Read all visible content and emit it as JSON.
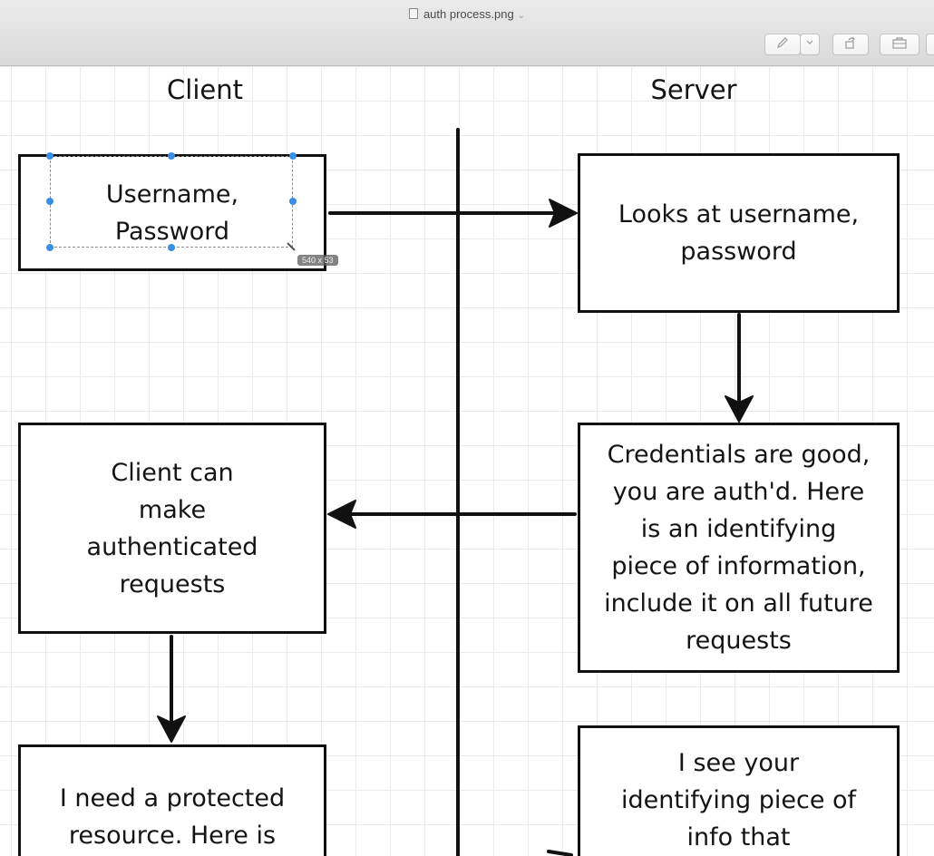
{
  "window": {
    "title": "auth process.png"
  },
  "toolbar": {
    "markup_icon": "pen-icon",
    "markup_menu_icon": "chevron-down-icon",
    "rotate_icon": "rotate-icon",
    "share_icon": "briefcase-icon"
  },
  "diagram": {
    "lanes": {
      "client": "Client",
      "server": "Server"
    },
    "boxes": {
      "credentials": "Username,\nPassword",
      "verify": "Looks at username,\npassword",
      "token": "Credentials are good,\nyou are auth'd.  Here\nis an identifying\npiece of information,\ninclude it on all future\nrequests",
      "auth_requests": "Client can\nmake\nauthenticated\nrequests",
      "protected": "I need a protected\nresource.  Here is",
      "see_token": "I see your\nidentifying piece of\ninfo that"
    },
    "selection": {
      "size_label": "540 x 53"
    },
    "colors": {
      "selection_handle": "#3a8ee6",
      "ink": "#111111"
    }
  }
}
